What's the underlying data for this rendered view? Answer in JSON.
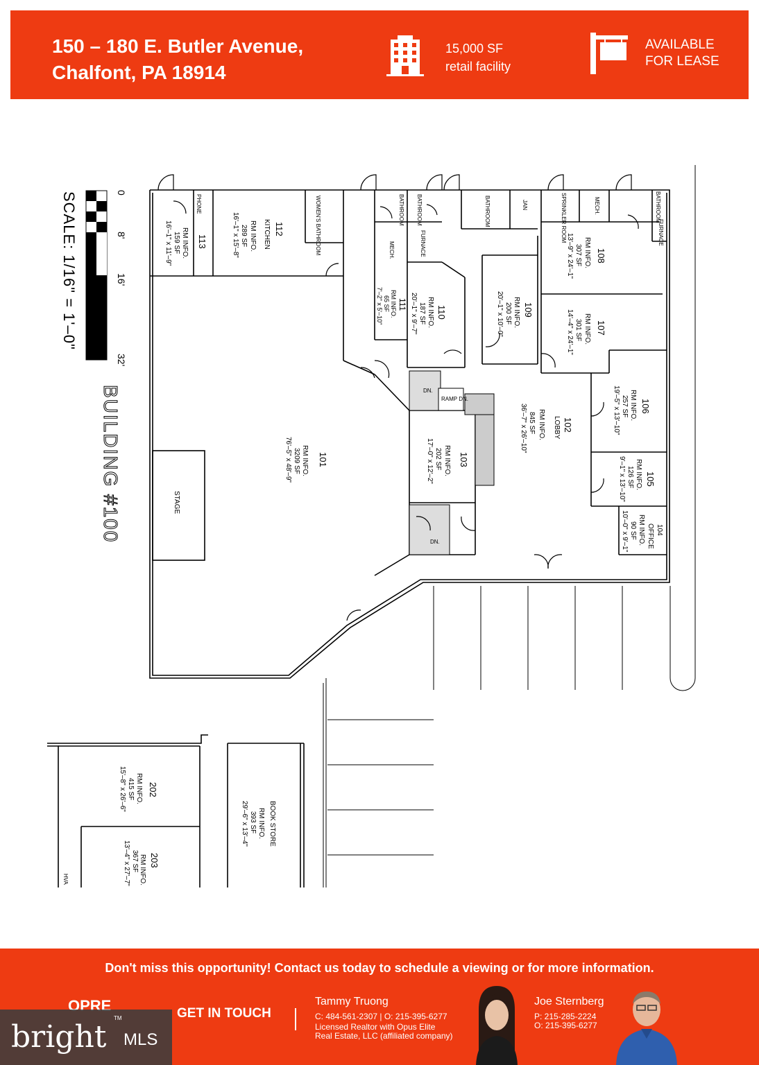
{
  "header": {
    "address_line1": "150 – 180 E. Butler Avenue,",
    "address_line2": "Chalfont, PA 18914",
    "size_line1": "15,000 SF",
    "size_line2": "retail facility",
    "status_line1": "AVAILABLE",
    "status_line2": "FOR LEASE",
    "building_icon": "building-icon",
    "sign_icon": "for-lease-sign-icon",
    "accent": "#ee3b12"
  },
  "plan": {
    "scale_text": "SCALE: 1/16\" = 1'–0\"",
    "scale_ticks": [
      "0",
      "8'",
      "16'",
      "32'"
    ],
    "building_label": "BUILDING #100",
    "stage": "STAGE",
    "rooms": [
      {
        "num": "101",
        "info": "RM INFO.",
        "sf": "3209 SF",
        "dims": "76'–5\" x 48'–9\""
      },
      {
        "num": "102",
        "name": "LOBBY",
        "info": "RM INFO.",
        "sf": "845 SF",
        "dims": "36'–7\" x 26'–10\""
      },
      {
        "num": "103",
        "info": "RM INFO.",
        "sf": "202 SF",
        "dims": "17'–0\" x 12'–2\""
      },
      {
        "num": "104",
        "name": "OFFICE",
        "info": "RM INFO.",
        "sf": "90 SF",
        "dims": "10'–0\" x 9'–1\""
      },
      {
        "num": "105",
        "info": "RM INFO.",
        "sf": "126 SF",
        "dims": "9'–1\" x 13'–10\""
      },
      {
        "num": "106",
        "info": "RM INFO.",
        "sf": "257 SF",
        "dims": "19'–5\" x 13'–10\""
      },
      {
        "num": "107",
        "info": "RM INFO.",
        "sf": "301 SF",
        "dims": "14'–4\" x 24'–1\""
      },
      {
        "num": "108",
        "info": "RM INFO.",
        "sf": "307 SF",
        "dims": "13'–9\" x 24'–1\""
      },
      {
        "num": "109",
        "info": "RM INFO.",
        "sf": "200 SF",
        "dims": "20'–1\" x 10'–0\""
      },
      {
        "num": "110",
        "info": "RM INFO.",
        "sf": "187 SF",
        "dims": "20'–1\" x 9'–7\""
      },
      {
        "num": "111",
        "info": "RM INFO.",
        "sf": "65 SF",
        "dims": "7'–2\" x 5'–10\""
      },
      {
        "num": "112",
        "name": "KITCHEN",
        "info": "RM INFO.",
        "sf": "289 SF",
        "dims": "16'–1\" x 15'–8\""
      },
      {
        "num": "113",
        "info": "RM INFO.",
        "sf": "159 SF",
        "dims": "16'–1\" x 11'–9\""
      },
      {
        "num": "202",
        "info": "RM INFO.",
        "sf": "415 SF",
        "dims": "15'–8\" x 26'–6\""
      },
      {
        "num": "203",
        "info": "RM INFO.",
        "sf": "367 SF",
        "dims": "13'–4\" x 27'–7\""
      },
      {
        "name": "BOOK STORE",
        "info": "RM INFO.",
        "sf": "393 SF",
        "dims": "29'–6\" x 13'–4\""
      }
    ],
    "small_labels": [
      "PHONE",
      "WOMEN'S BATHROOM",
      "BATHROOM",
      "BATHROOM",
      "MECH.",
      "FURNACE",
      "BATHROOM",
      "JAN",
      "SPRINKLER ROOM",
      "MECH.",
      "BATHROOM",
      "FURNACE",
      "DN.",
      "RAMP DN.",
      "DN.",
      "HVA"
    ]
  },
  "footer": {
    "cta": "Don't miss this opportunity! Contact us today to schedule a viewing or for more information.",
    "get_in_touch": "GET IN TOUCH",
    "logo_text": "OPRE",
    "agent1": {
      "name": "Tammy Truong",
      "phones": "C: 484-561-2307 | O: 215-395-6277",
      "line2": "Licensed Realtor with Opus Elite",
      "line3": "Real Estate, LLC (affiliated company)"
    },
    "agent2": {
      "name": "Joe Sternberg",
      "phone1": "P: 215-285-2224",
      "phone2": "O: 215-395-6277"
    }
  },
  "watermark": {
    "word": "bright",
    "mls": "MLS",
    "tm": "TM"
  }
}
